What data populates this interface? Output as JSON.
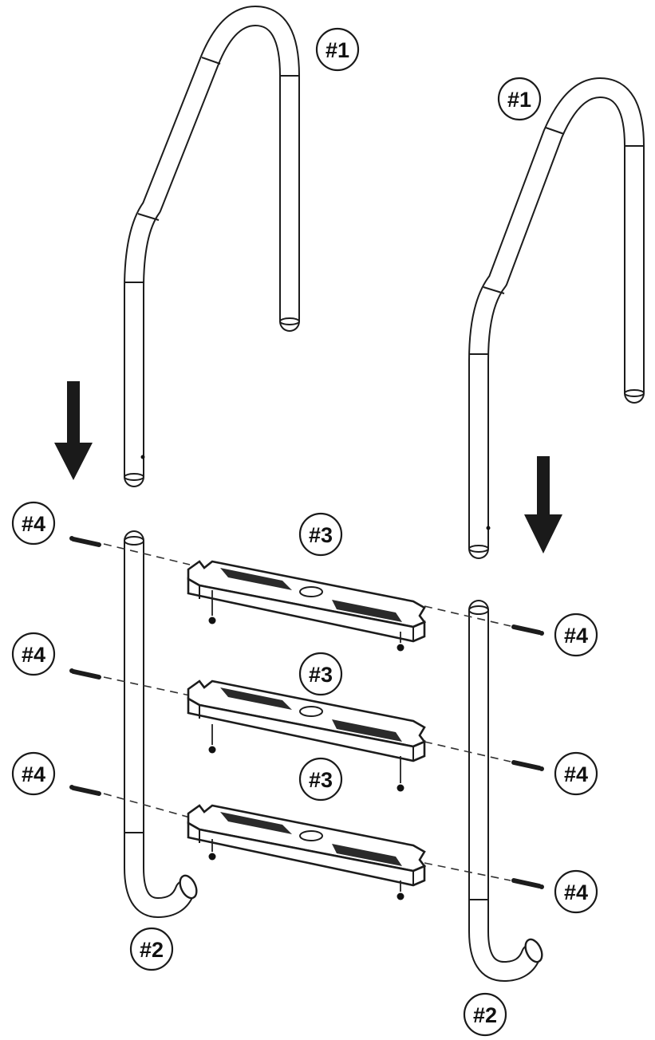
{
  "labels": {
    "rail_upper": "#1",
    "rail_lower": "#2",
    "step": "#3",
    "bolt": "#4"
  },
  "colors": {
    "line": "#1c1c1c",
    "background": "#ffffff",
    "tread": "#2a2a2a"
  }
}
